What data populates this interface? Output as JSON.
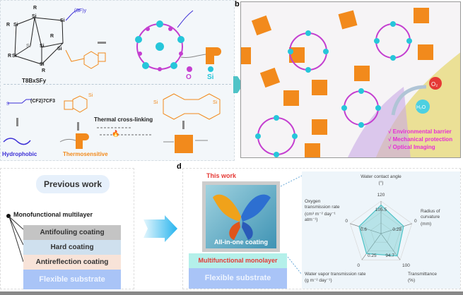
{
  "panel_a": {
    "molecule_label": "T8BxSFy",
    "legend": {
      "o": "O",
      "si": "Si"
    },
    "colors": {
      "o": "#c43fd0",
      "si": "#26c6da",
      "hydrophobic": "#3b2fd6",
      "thermo": "#f28a1c"
    },
    "group_sf": "(CF2)7CF3",
    "arrow_label": "Thermal cross-linking",
    "hydrophobic_label": "Hydrophobic",
    "thermo_label": "Thermosensitive"
  },
  "panel_b": {
    "label": "b",
    "features": [
      "√ Environmental barrier",
      "√ Mechanical protection",
      "√ Optical Imaging"
    ],
    "molecules": [
      "O2",
      "H2O"
    ]
  },
  "panel_c": {
    "title": "Previous work",
    "subtitle": "Monofunctional multilayer",
    "layers": [
      {
        "label": "Antifouling coating",
        "color": "#c4c4c4"
      },
      {
        "label": "Hard coating",
        "color": "#cfe0ee"
      },
      {
        "label": "Antireflection coating",
        "color": "#f8e3d8"
      },
      {
        "label": "Flexible substrate",
        "color": "#a9c4f7"
      }
    ]
  },
  "panel_d": {
    "label": "d",
    "this_work": "This work",
    "photo_caption": "All-in-one coating",
    "monolayer": "Multifunctional monolayer",
    "substrate": "Flexible substrate"
  },
  "chart_data": {
    "type": "radar",
    "color": "#4fc3c7",
    "axes": [
      {
        "label": "Water contact angle",
        "unit": "(°)",
        "value": 105.5,
        "value_label": "105.5",
        "center": 0,
        "outer": 120,
        "outer_label": "120"
      },
      {
        "label": "Radius of curvature",
        "unit": "(mm)",
        "value": 0.28,
        "value_label": "0.28",
        "outer_label": "0"
      },
      {
        "label": "Transmittance",
        "unit": "(%)",
        "value": 94.7,
        "value_label": "94.7",
        "outer_label": "100"
      },
      {
        "label": "Water vapor transmission rate",
        "unit": "(g m⁻² day⁻¹)",
        "value": 0.25,
        "value_label": "0.25",
        "outer_label": "0"
      },
      {
        "label": "Oxygen transmission rate",
        "unit": "(cm³ m⁻² day⁻¹ atm⁻¹)",
        "value": 0.6,
        "value_label": "0.6",
        "outer_label": "0"
      }
    ],
    "fractions": [
      0.88,
      0.73,
      0.85,
      0.76,
      0.71
    ]
  }
}
